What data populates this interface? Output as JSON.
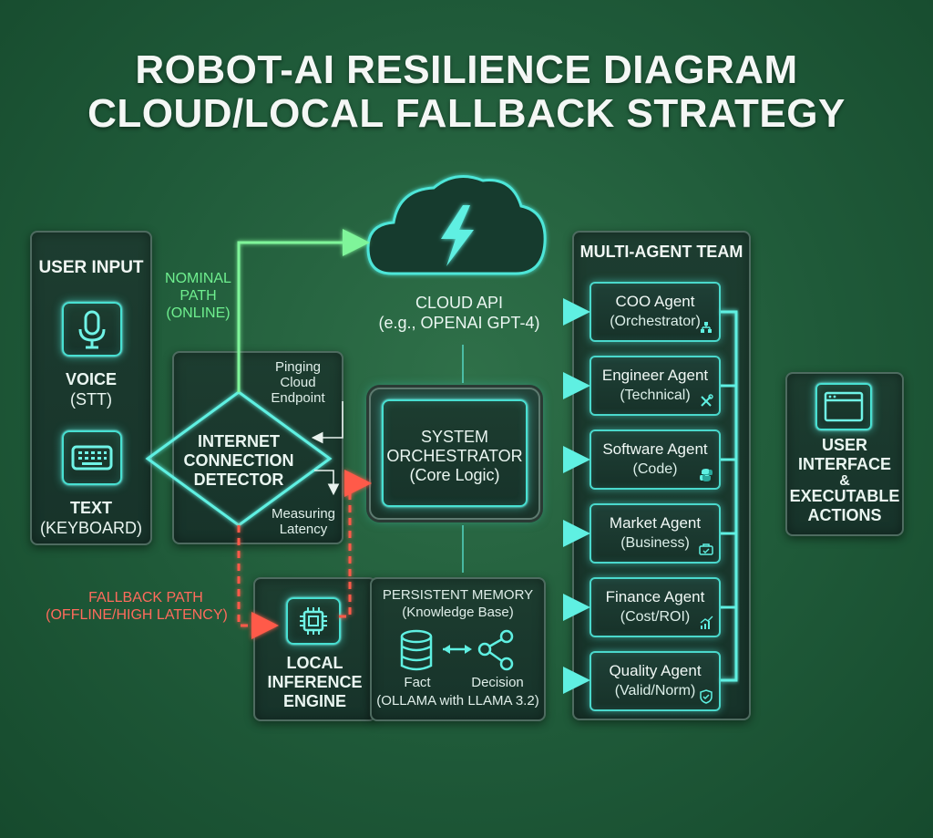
{
  "title": {
    "line1": "ROBOT-AI RESILIENCE DIAGRAM",
    "line2": "CLOUD/LOCAL FALLBACK STRATEGY"
  },
  "user_input": {
    "header": "USER INPUT",
    "voice_label": "VOICE",
    "voice_sub": "(STT)",
    "text_label": "TEXT",
    "text_sub": "(KEYBOARD)",
    "icons": [
      "microphone-icon",
      "keyboard-icon"
    ]
  },
  "nominal_path": {
    "line1": "NOMINAL",
    "line2": "PATH",
    "line3": "(ONLINE)"
  },
  "detector": {
    "line1": "INTERNET",
    "line2": "CONNECTION",
    "line3": "DETECTOR",
    "ping_1": "Pinging",
    "ping_2": "Cloud",
    "ping_3": "Endpoint",
    "latency_1": "Measuring",
    "latency_2": "Latency"
  },
  "cloud": {
    "label": "CLOUD API",
    "sub": "(e.g., OPENAI GPT-4)",
    "icon": "lightning-icon"
  },
  "orchestrator": {
    "line1": "SYSTEM",
    "line2": "ORCHESTRATOR",
    "line3": "(Core Logic)"
  },
  "fallback_path": {
    "line1": "FALLBACK PATH",
    "line2": "(OFFLINE/HIGH LATENCY)"
  },
  "local_engine": {
    "line1": "LOCAL",
    "line2": "INFERENCE",
    "line3": "ENGINE",
    "icon": "cpu-chip-icon"
  },
  "memory": {
    "line1": "PERSISTENT MEMORY",
    "line2": "(Knowledge Base)",
    "fact": "Fact",
    "decision": "Decision",
    "engine": "(OLLAMA with LLAMA 3.2)",
    "icons": [
      "database-icon",
      "share-graph-icon"
    ]
  },
  "team": {
    "header": "MULTI-AGENT TEAM",
    "agents": [
      {
        "name": "COO Agent",
        "role": "(Orchestrator)",
        "icon": "org-chart-icon"
      },
      {
        "name": "Engineer Agent",
        "role": "(Technical)",
        "icon": "tools-icon"
      },
      {
        "name": "Software Agent",
        "role": "(Code)",
        "icon": "python-icon"
      },
      {
        "name": "Market Agent",
        "role": "(Business)",
        "icon": "briefcase-icon"
      },
      {
        "name": "Finance Agent",
        "role": "(Cost/ROI)",
        "icon": "growth-chart-icon"
      },
      {
        "name": "Quality Agent",
        "role": "(Valid/Norm)",
        "icon": "shield-check-icon"
      }
    ]
  },
  "output": {
    "line1": "USER",
    "line2": "INTERFACE",
    "line3": "&",
    "line4": "EXECUTABLE",
    "line5": "ACTIONS",
    "icon": "browser-window-icon"
  },
  "colors": {
    "online": "#6fef8f",
    "fallback": "#ff5a48",
    "flow": "#48e0d2"
  }
}
